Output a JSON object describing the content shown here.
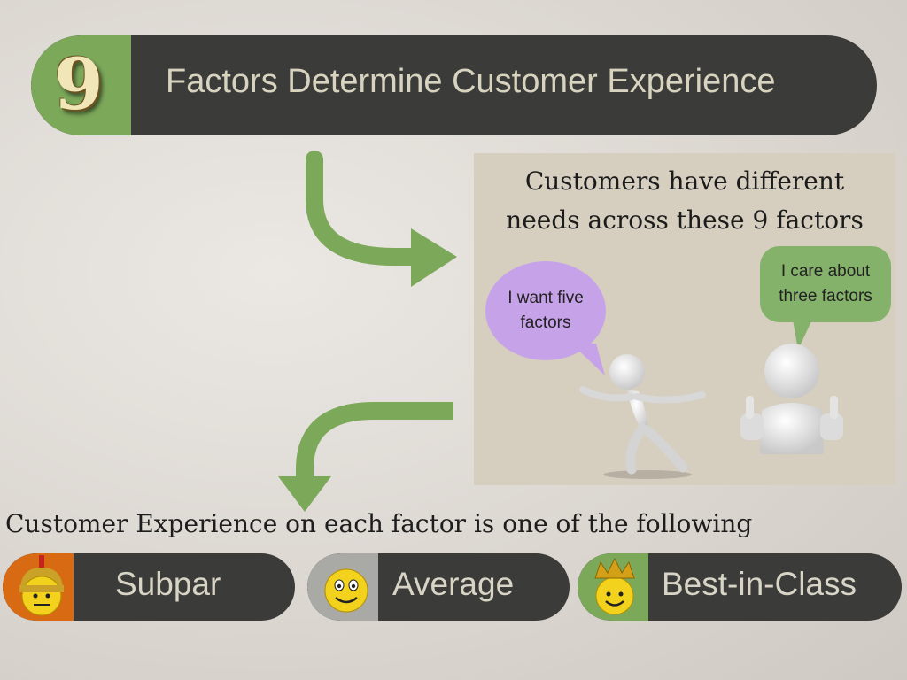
{
  "title": {
    "number": "9",
    "text": "Factors Determine Customer Experience"
  },
  "panel": {
    "headline_line1": "Customers have different",
    "headline_line2": "needs across these 9 factors",
    "bubble_left_line1": "I want five",
    "bubble_left_line2": "factors",
    "bubble_right_line1": "I care about",
    "bubble_right_line2": "three factors"
  },
  "footer": {
    "text": "Customer Experience on each factor is one of the following"
  },
  "ratings": [
    {
      "label": "Subpar",
      "color": "#d96a14"
    },
    {
      "label": "Average",
      "color": "#a9a9a6"
    },
    {
      "label": "Best-in-Class",
      "color": "#7ca85a"
    }
  ],
  "colors": {
    "banner": "#3b3b39",
    "accent_green": "#7ca85a",
    "bubble_purple": "#c6a3e8",
    "bubble_green": "#85b26a",
    "panel_bg": "#d6cebf"
  },
  "icons": [
    "number-nine-icon",
    "curved-arrow-right-icon",
    "curved-arrow-down-icon",
    "shrugging-figure-icon",
    "thumbs-up-figure-icon",
    "helmet-smiley-icon",
    "smiley-icon",
    "crown-smiley-icon"
  ]
}
